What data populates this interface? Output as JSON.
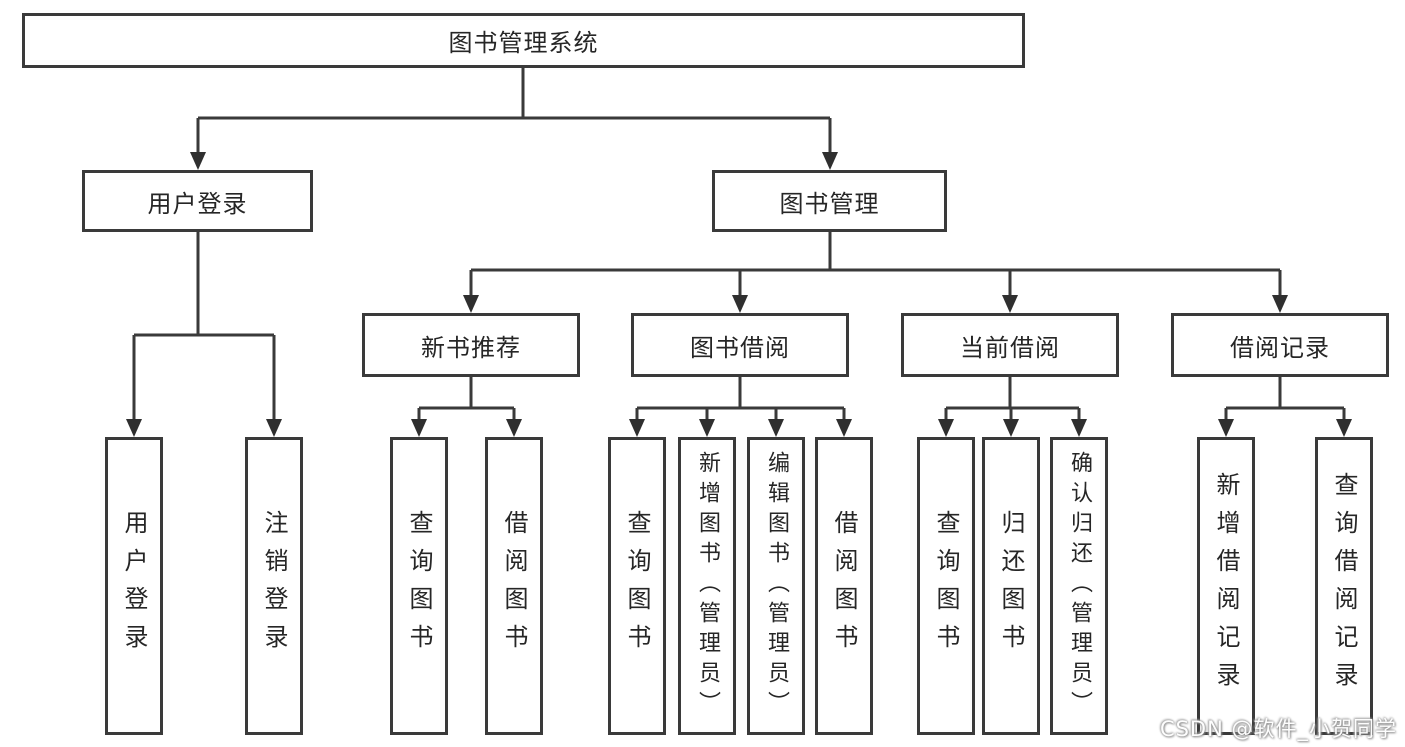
{
  "diagram": {
    "root": {
      "label": "图书管理系统"
    },
    "level2": [
      {
        "label": "用户登录",
        "parent": "图书管理系统"
      },
      {
        "label": "图书管理",
        "parent": "图书管理系统"
      }
    ],
    "level3": [
      {
        "label": "新书推荐",
        "parent": "图书管理"
      },
      {
        "label": "图书借阅",
        "parent": "图书管理"
      },
      {
        "label": "当前借阅",
        "parent": "图书管理"
      },
      {
        "label": "借阅记录",
        "parent": "图书管理"
      }
    ],
    "leaves": [
      {
        "label": "用户登录",
        "parent": "用户登录"
      },
      {
        "label": "注销登录",
        "parent": "用户登录"
      },
      {
        "label": "查询图书",
        "parent": "新书推荐"
      },
      {
        "label": "借阅图书",
        "parent": "新书推荐"
      },
      {
        "label": "查询图书",
        "parent": "图书借阅"
      },
      {
        "label": "新增图书（管理员）",
        "parent": "图书借阅"
      },
      {
        "label": "编辑图书（管理员）",
        "parent": "图书借阅"
      },
      {
        "label": "借阅图书",
        "parent": "图书借阅"
      },
      {
        "label": "查询图书",
        "parent": "当前借阅"
      },
      {
        "label": "归还图书",
        "parent": "当前借阅"
      },
      {
        "label": "确认归还（管理员）",
        "parent": "当前借阅"
      },
      {
        "label": "新增借阅记录",
        "parent": "借阅记录"
      },
      {
        "label": "查询借阅记录",
        "parent": "借阅记录"
      }
    ]
  },
  "watermark": {
    "text": "CSDN @软件_小贺同学"
  },
  "colors": {
    "line": "#3a3a3a",
    "box_border": "#3a3a3a",
    "text": "#262626",
    "background": "#ffffff",
    "watermark_text": "#fdfdfd"
  }
}
